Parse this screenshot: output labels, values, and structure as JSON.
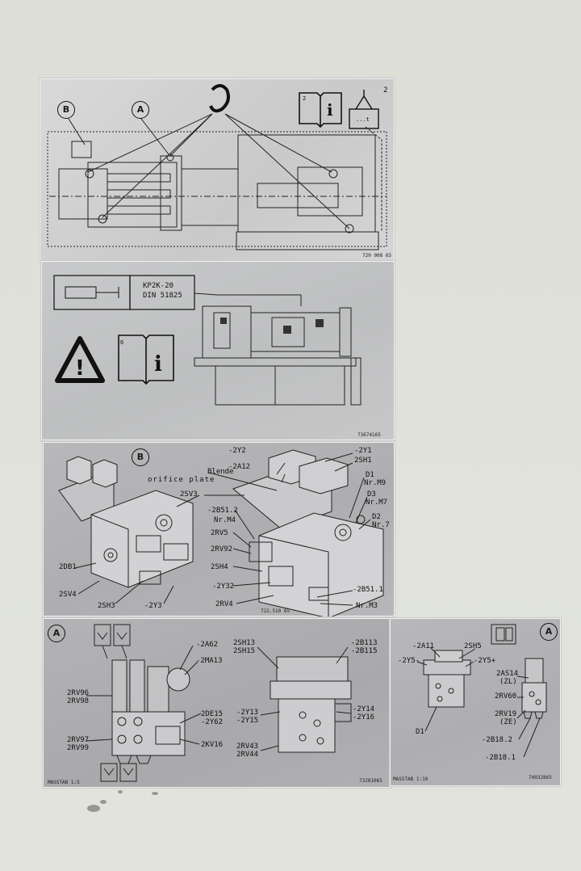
{
  "plate1": {
    "callout_b": "B",
    "callout_a": "A",
    "manual_page": "2",
    "load_label": "...t",
    "corner_number": "2",
    "part_code": "720 008 65"
  },
  "plate2": {
    "standard_line1": "KP2K-20",
    "standard_line2": "DIN 51825",
    "manual_page": "6",
    "part_code": "73674165"
  },
  "plate3": {
    "callout": "B",
    "labels": {
      "l_2y2": "-2Y2",
      "l_2a12": "-2A12",
      "l_2y1": "-2Y1",
      "l_2sh1": "2SH1",
      "l_blende": "Blende",
      "l_orifice": "orifice plate",
      "l_d1": "D1",
      "l_nrm9": "Nr.M9",
      "l_d3": "D3",
      "l_nrm7": "Nr.M7",
      "l_2sv3": "2SV3",
      "l_2b512": "-2B51.2",
      "l_nrm4": "Nr.M4",
      "l_d2": "D2",
      "l_nr7": "Nr.7",
      "l_2rv5": "2RV5",
      "l_2rv92": "2RV92",
      "l_2db1": "2DB1",
      "l_2sh4": "2SH4",
      "l_2y32": "-2Y32",
      "l_2sv4": "2SV4",
      "l_2b511": "-2B51.1",
      "l_2sh3": "2SH3",
      "l_2y3": "-2Y3",
      "l_2rv4": "2RV4",
      "l_nrm3": "Nr.M3"
    },
    "part_code": "722.510 65"
  },
  "plate4": {
    "callout": "A",
    "labels": {
      "l_2a62": "-2A62",
      "l_2ma13": "-2MA13",
      "l_2sh13": "2SH13",
      "l_2sh15": "2SH15",
      "l_2b113": "-2B113",
      "l_2b115": "-2B115",
      "l_2rv96": "2RV96",
      "l_2rv98": "2RV98",
      "l_2de15": "2DE15",
      "l_2y62": "-2Y62",
      "l_2y13": "-2Y13",
      "l_2y15": "-2Y15",
      "l_2y14": "-2Y14",
      "l_2y16": "-2Y16",
      "l_2rv97": "2RV97",
      "l_2rv99": "2RV99",
      "l_2kv16": "2KV16",
      "l_2rv43": "2RV43",
      "l_2rv44": "2RV44"
    },
    "scale": "MASSTAB 1:5",
    "part_code": "73281065"
  },
  "plate5": {
    "callout": "A",
    "labels": {
      "l_2a11": "-2A11",
      "l_2sh5": "2SH5",
      "l_2y5m": "-2Y5-",
      "l_2y5p": "-2Y5+",
      "l_2as14": "2AS14",
      "l_zl": "(ZL)",
      "l_2rv60": "2RV60",
      "l_2rv19": "2RV19",
      "l_ze": "(ZE)",
      "l_d1": "D1",
      "l_2b182": "-2B18.2",
      "l_2b181": "-2B18.1"
    },
    "scale": "MASSTAB 1:10",
    "part_code": "74032865"
  }
}
